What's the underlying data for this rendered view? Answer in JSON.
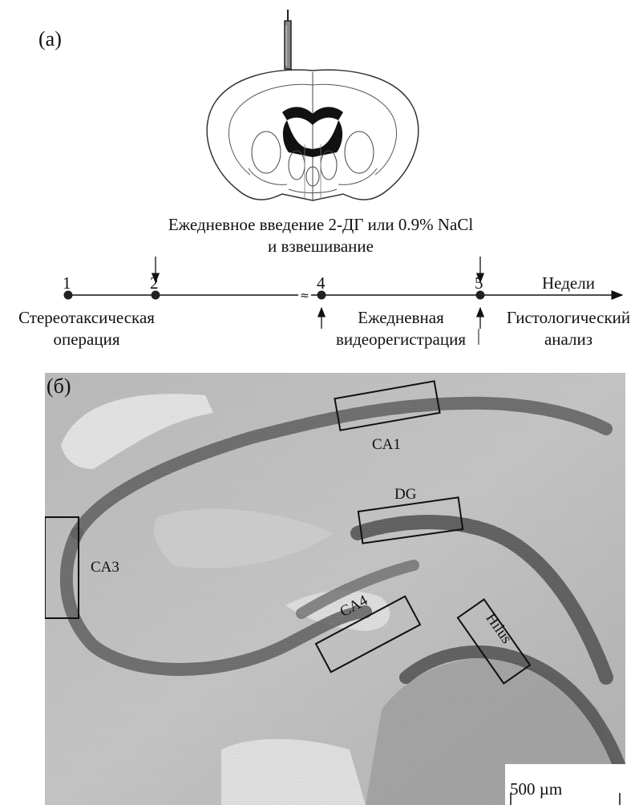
{
  "panel_a": {
    "label": "(а)",
    "caption_line1": "Ежедневное введение 2-ДГ или 0.9% NaCl",
    "caption_line2": "и взвешивание",
    "timeline": {
      "points": [
        "1",
        "2",
        "4",
        "5"
      ],
      "axis_label": "Недели",
      "left_label_line1": "Стереотаксическая",
      "left_label_line2": "операция",
      "middle_label_line1": "Ежедневная",
      "middle_label_line2": "видеорегистрация",
      "right_label_line1": "Гистологический",
      "right_label_line2": "анализ"
    }
  },
  "panel_b": {
    "label": "(б)",
    "regions": [
      "CA1",
      "DG",
      "CA3",
      "CA4",
      "Hilus"
    ],
    "scale_bar": "500 µm"
  }
}
